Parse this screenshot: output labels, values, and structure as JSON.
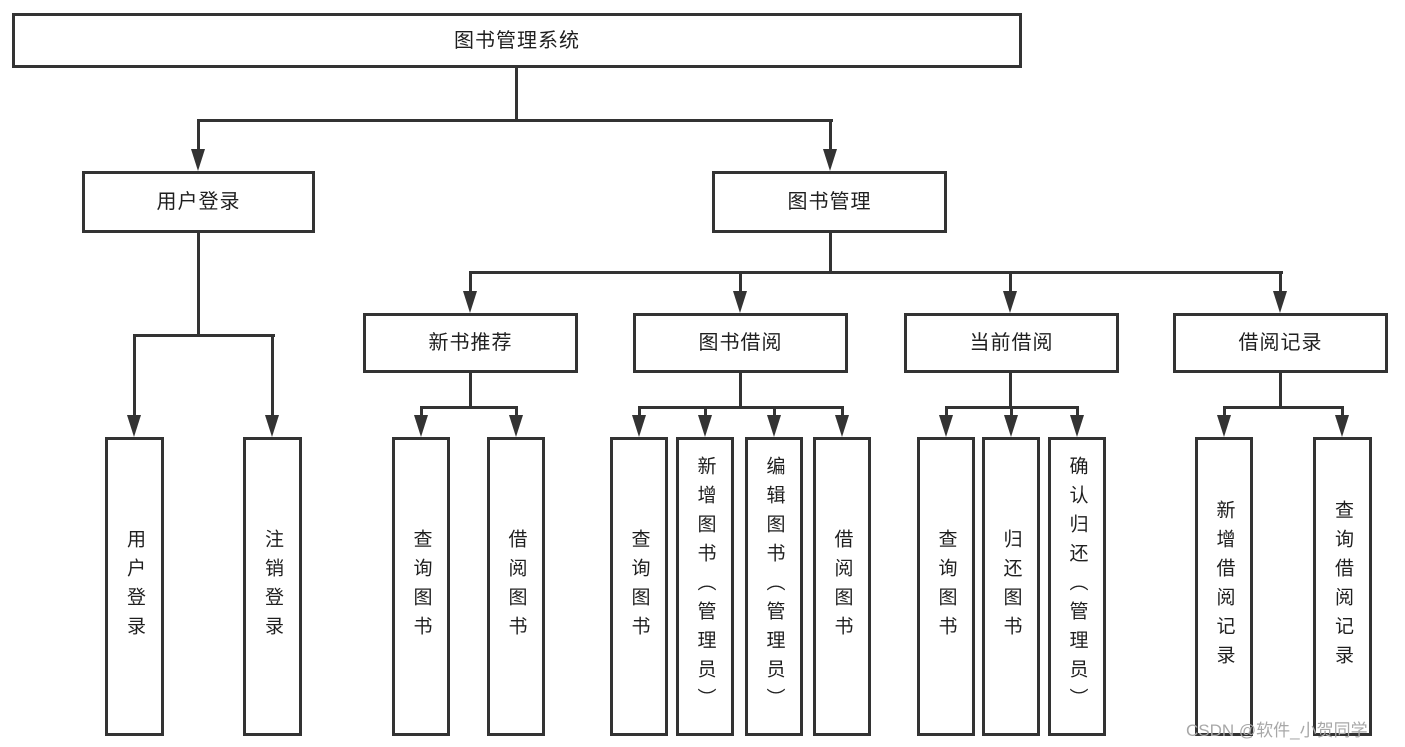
{
  "tree": {
    "label": "图书管理系统",
    "children": [
      {
        "label": "用户登录",
        "children": [
          {
            "label": "用户登录"
          },
          {
            "label": "注销登录"
          }
        ]
      },
      {
        "label": "图书管理",
        "children": [
          {
            "label": "新书推荐",
            "children": [
              {
                "label": "查询图书"
              },
              {
                "label": "借阅图书"
              }
            ]
          },
          {
            "label": "图书借阅",
            "children": [
              {
                "label": "查询图书"
              },
              {
                "label": "新增图书（管理员）"
              },
              {
                "label": "编辑图书（管理员）"
              },
              {
                "label": "借阅图书"
              }
            ]
          },
          {
            "label": "当前借阅",
            "children": [
              {
                "label": "查询图书"
              },
              {
                "label": "归还图书"
              },
              {
                "label": "确认归还（管理员）"
              }
            ]
          },
          {
            "label": "借阅记录",
            "children": [
              {
                "label": "新增借阅记录"
              },
              {
                "label": "查询借阅记录"
              }
            ]
          }
        ]
      }
    ]
  },
  "watermark": {
    "text": "CSDN @软件_小贺同学"
  },
  "colors": {
    "line": "#333333",
    "text": "#1f1f1f",
    "background": "#ffffff",
    "watermark": "#a8a8a8"
  }
}
